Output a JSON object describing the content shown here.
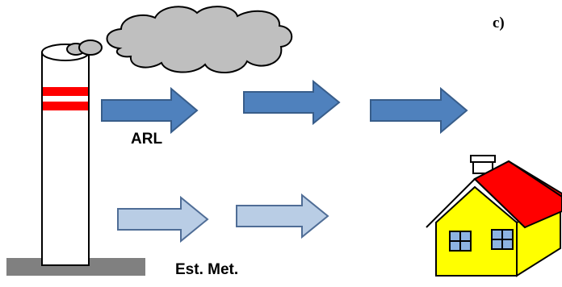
{
  "panel_label": "c)",
  "labels": {
    "upper_path": "ARL",
    "lower_path": "Est. Met."
  },
  "icons": {
    "chimney": "smokestack",
    "plume": "smoke-cloud",
    "receptor": "house"
  },
  "colors": {
    "arrow_dark": "#4f81bd",
    "arrow_dark_stroke": "#385d8a",
    "arrow_light": "#b9cde5",
    "arrow_light_stroke": "#4f6d96",
    "smoke": "#bfbfbf",
    "stripe": "#ff0000",
    "ground": "#808080",
    "house_wall": "#ffff00",
    "house_roof": "#ff0000",
    "window": "#8db3e2"
  }
}
